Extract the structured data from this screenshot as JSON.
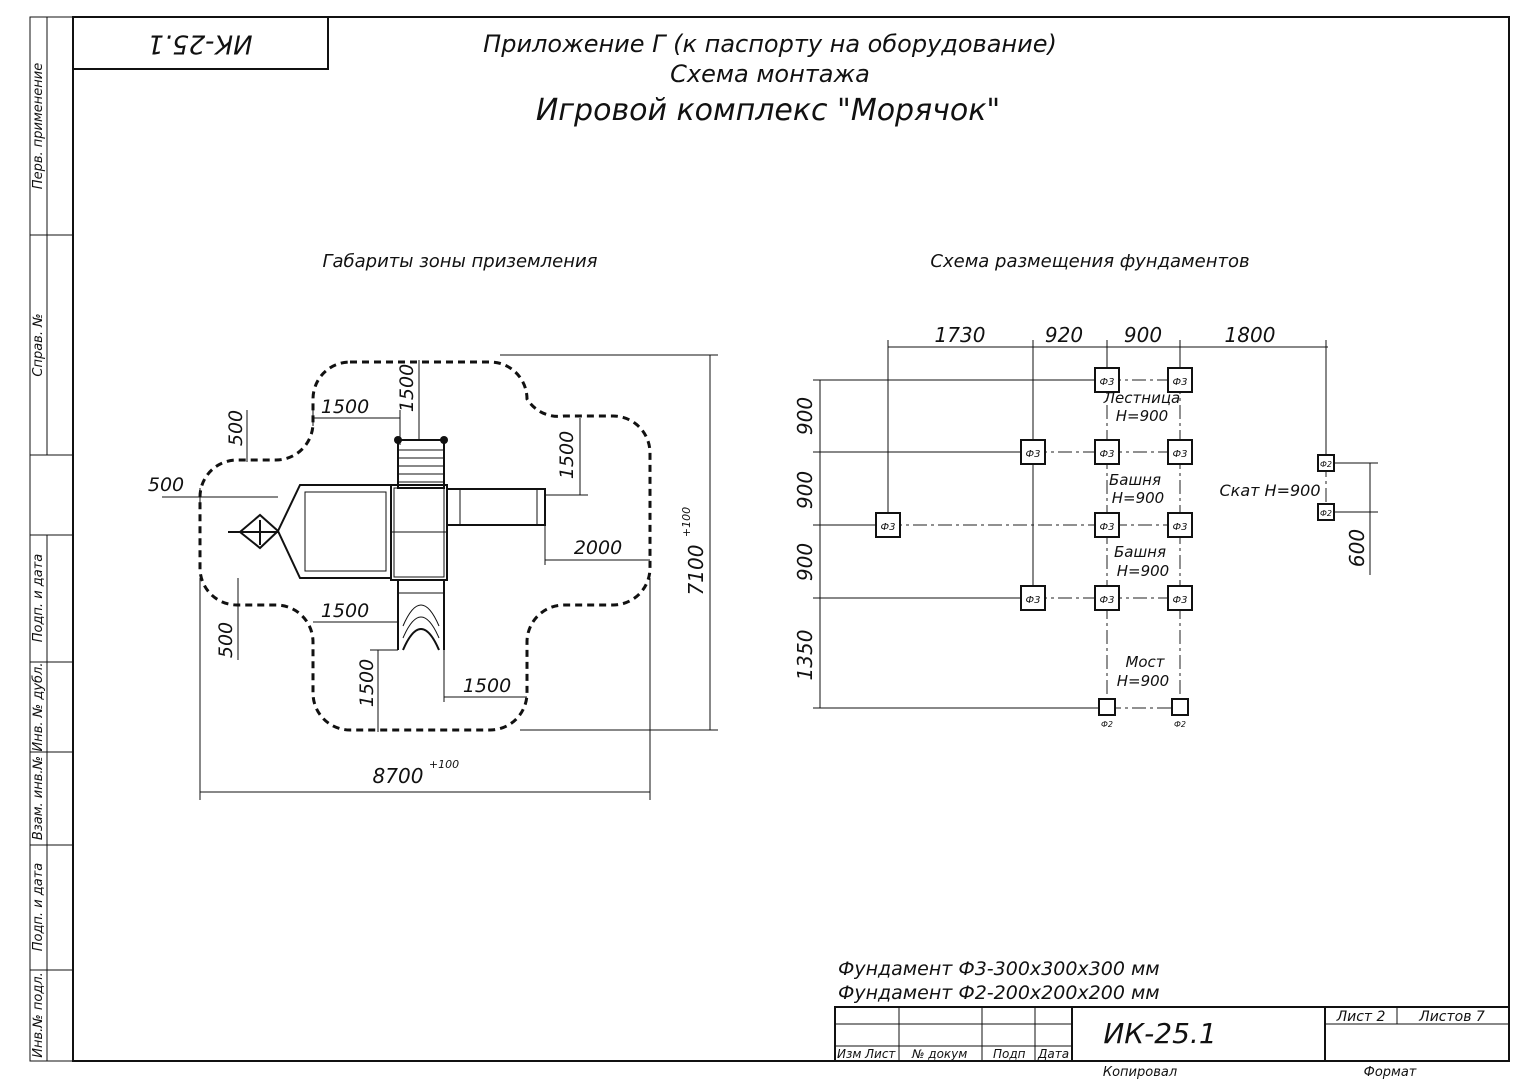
{
  "header": {
    "line1": "Приложение Г (к паспорту на оборудование)",
    "line2": "Схема монтажа",
    "line3": "Игровой комплекс \"Морячок\""
  },
  "corner_code": "ИК-25.1",
  "side_labels": [
    "Перв. применение",
    "Справ. №",
    "Подп. и дата",
    "Инв. № дубл.",
    "Взам. инв.№",
    "Подп. и дата",
    "Инв.№ подл."
  ],
  "zone_plan": {
    "title": "Габариты зоны приземления",
    "dims": {
      "top_left_width": "1500",
      "top_arm_height": "1500",
      "left_offset_v": "500",
      "left_offset_h": "500",
      "right_upper_h": "1500",
      "right_arm_width": "2000",
      "bottom_left_width": "1500",
      "left_bottom_v": "500",
      "bottom_arm_height": "1500",
      "bottom_right_width": "1500",
      "total_height": "7100",
      "total_height_tol": "+100",
      "total_width": "8700",
      "total_width_tol": "+100"
    }
  },
  "foundation_plan": {
    "title": "Схема размещения фундаментов",
    "top_dims": [
      "1730",
      "920",
      "900",
      "1800"
    ],
    "left_dims": [
      "900",
      "900",
      "900",
      "1350"
    ],
    "right_dim": "600",
    "f3_label": "Ф3",
    "f2_label": "Ф2",
    "labels": {
      "ladder": "Лестница",
      "ladder_h": "Н=900",
      "tower1": "Башня",
      "tower1_h": "Н=900",
      "tower2": "Башня",
      "tower2_h": "Н=900",
      "bridge": "Мост",
      "bridge_h": "Н=900",
      "slide": "Скат Н=900"
    }
  },
  "notes": {
    "n1": "Фундамент Ф3-300х300х300 мм",
    "n2": "Фундамент Ф2-200х200х200 мм"
  },
  "title_block": {
    "code": "ИК-25.1",
    "sheet": "Лист 2",
    "sheets": "Листов 7",
    "col_izm": "Изм",
    "col_list": "Лист",
    "col_doc": "№ докум",
    "col_podp": "Подп",
    "col_date": "Дата",
    "copied": "Копировал",
    "format": "Формат"
  }
}
